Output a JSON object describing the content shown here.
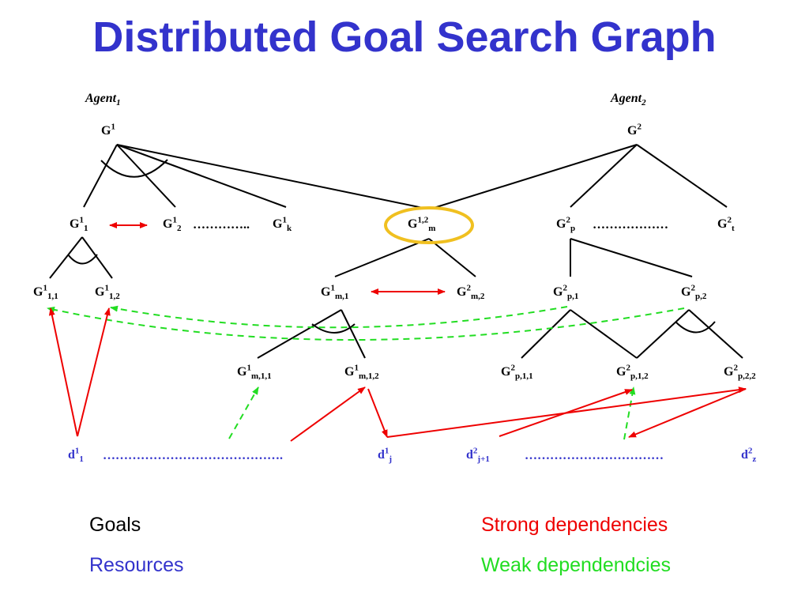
{
  "title": "Distributed Goal Search Graph",
  "colors": {
    "title": "#3333cc",
    "strong": "#ee0000",
    "weak": "#22dd22",
    "resource": "#3333cc",
    "highlight": "#f0c020"
  },
  "agents": [
    {
      "base": "Agent",
      "sub": "1"
    },
    {
      "base": "Agent",
      "sub": "2"
    }
  ],
  "nodes": {
    "g1": {
      "base": "G",
      "sup": "1",
      "sub": ""
    },
    "g2": {
      "base": "G",
      "sup": "2",
      "sub": ""
    },
    "g1_1": {
      "base": "G",
      "sup": "1",
      "sub": "1"
    },
    "g1_2": {
      "base": "G",
      "sup": "1",
      "sub": "2"
    },
    "g1_k": {
      "base": "G",
      "sup": "1",
      "sub": "k"
    },
    "g12_m": {
      "base": "G",
      "sup": "1,2",
      "sub": "m"
    },
    "g2_p": {
      "base": "G",
      "sup": "2",
      "sub": "p"
    },
    "g2_t": {
      "base": "G",
      "sup": "2",
      "sub": "t"
    },
    "g1_11": {
      "base": "G",
      "sup": "1",
      "sub": "1,1"
    },
    "g1_12": {
      "base": "G",
      "sup": "1",
      "sub": "1,2"
    },
    "g1_m1": {
      "base": "G",
      "sup": "1",
      "sub": "m,1"
    },
    "g2_m2": {
      "base": "G",
      "sup": "2",
      "sub": "m,2"
    },
    "g2_p1": {
      "base": "G",
      "sup": "2",
      "sub": "p,1"
    },
    "g2_p2": {
      "base": "G",
      "sup": "2",
      "sub": "p,2"
    },
    "g1_m11": {
      "base": "G",
      "sup": "1",
      "sub": "m,1,1"
    },
    "g1_m12": {
      "base": "G",
      "sup": "1",
      "sub": "m,1,2"
    },
    "g2_p11": {
      "base": "G",
      "sup": "2",
      "sub": "p,1,1"
    },
    "g2_p12": {
      "base": "G",
      "sup": "2",
      "sub": "p,1,2"
    },
    "g2_p22": {
      "base": "G",
      "sup": "2",
      "sub": "p,2,2"
    }
  },
  "resources": {
    "d1_1": {
      "base": "d",
      "sup": "1",
      "sub": "1"
    },
    "d1_j": {
      "base": "d",
      "sup": "1",
      "sub": "j"
    },
    "d2_j1": {
      "base": "d",
      "sup": "2",
      "sub": "j+1"
    },
    "d2_z": {
      "base": "d",
      "sup": "2",
      "sub": "z"
    }
  },
  "ellipses": {
    "row2a": "…………..",
    "row2b": "………………",
    "res_a": "…………………………………….",
    "res_b": "……………………………"
  },
  "legend": {
    "goals": "Goals",
    "resources": "Resources",
    "strong": "Strong dependencies",
    "weak": "Weak dependendcies"
  }
}
